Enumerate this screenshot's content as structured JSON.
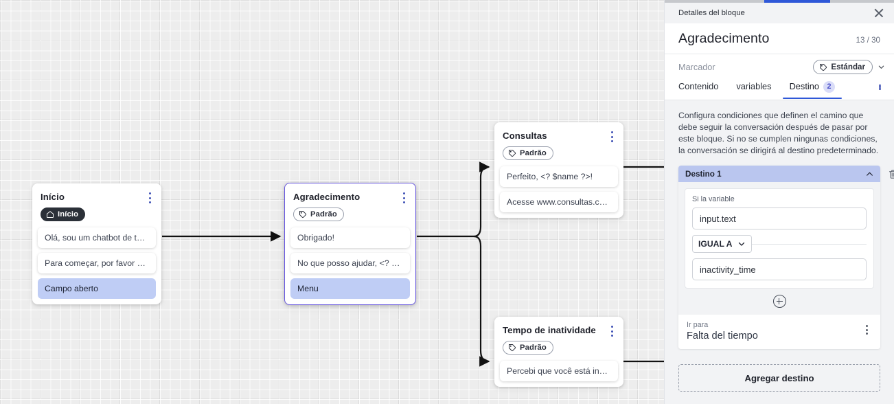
{
  "canvas": {
    "nodes": [
      {
        "id": "inicio",
        "title": "Início",
        "tag": "Início",
        "tag_type": "start",
        "messages": [
          {
            "text": "Olá, sou um chatbot de teste!",
            "accent": false
          },
          {
            "text": "Para começar, por favor digite o ...",
            "accent": false
          },
          {
            "text": "Campo aberto",
            "accent": true
          }
        ]
      },
      {
        "id": "agradecimento",
        "title": "Agradecimento",
        "tag": "Padrão",
        "tag_type": "default",
        "selected": true,
        "messages": [
          {
            "text": "Obrigado!",
            "accent": false
          },
          {
            "text": "No que posso ajudar, <? $name ...",
            "accent": false
          },
          {
            "text": "Menu",
            "accent": true
          }
        ]
      },
      {
        "id": "consultas",
        "title": "Consultas",
        "tag": "Padrão",
        "tag_type": "default",
        "messages": [
          {
            "text": "Perfeito, <? $name ?>!",
            "accent": false
          },
          {
            "text": "Acesse www.consultas.com par...",
            "accent": false
          }
        ]
      },
      {
        "id": "inatividade",
        "title": "Tempo de inatividade",
        "tag": "Padrão",
        "tag_type": "default",
        "messages": [
          {
            "text": "Percebi que você está inativo. C...",
            "accent": false
          }
        ]
      }
    ]
  },
  "panel": {
    "titlebar": "Detalles del bloque",
    "close_icon": "close-icon",
    "block_title": "Agradecimento",
    "char_count": "13 / 30",
    "marker_label": "Marcador",
    "marker_value": "Estándar",
    "tabs": [
      {
        "label": "Contenido",
        "badge": "",
        "active": false
      },
      {
        "label": "variables",
        "badge": "",
        "active": false
      },
      {
        "label": "Destino",
        "badge": "2",
        "active": true
      }
    ],
    "help_text": "Configura condiciones que definen el camino que debe seguir la conversación después de pasar por este bloque. Si no se cumplen ningunas condiciones, la conversación se dirigirá al destino predeterminado.",
    "destination": {
      "header": "Destino 1",
      "collapse_icon": "chevron-up-icon",
      "delete_icon": "trash-icon",
      "condition_label": "Si la variable",
      "variable_value": "input.text",
      "operator": "IGUAL A",
      "comparison_value": "inactivity_time",
      "add_condition_icon": "plus-circle-icon",
      "goto_label": "Ir para",
      "goto_value": "Falta del tiempo"
    },
    "add_destination_label": "Agregar destino"
  },
  "colors": {
    "accent_blue": "#2f58d8",
    "node_accent": "#bfcdf5",
    "dest_header": "#bac6ef",
    "selected_border": "#6a5ae0",
    "badge_bg": "#d9dcf8",
    "badge_text": "#4b51c9"
  }
}
